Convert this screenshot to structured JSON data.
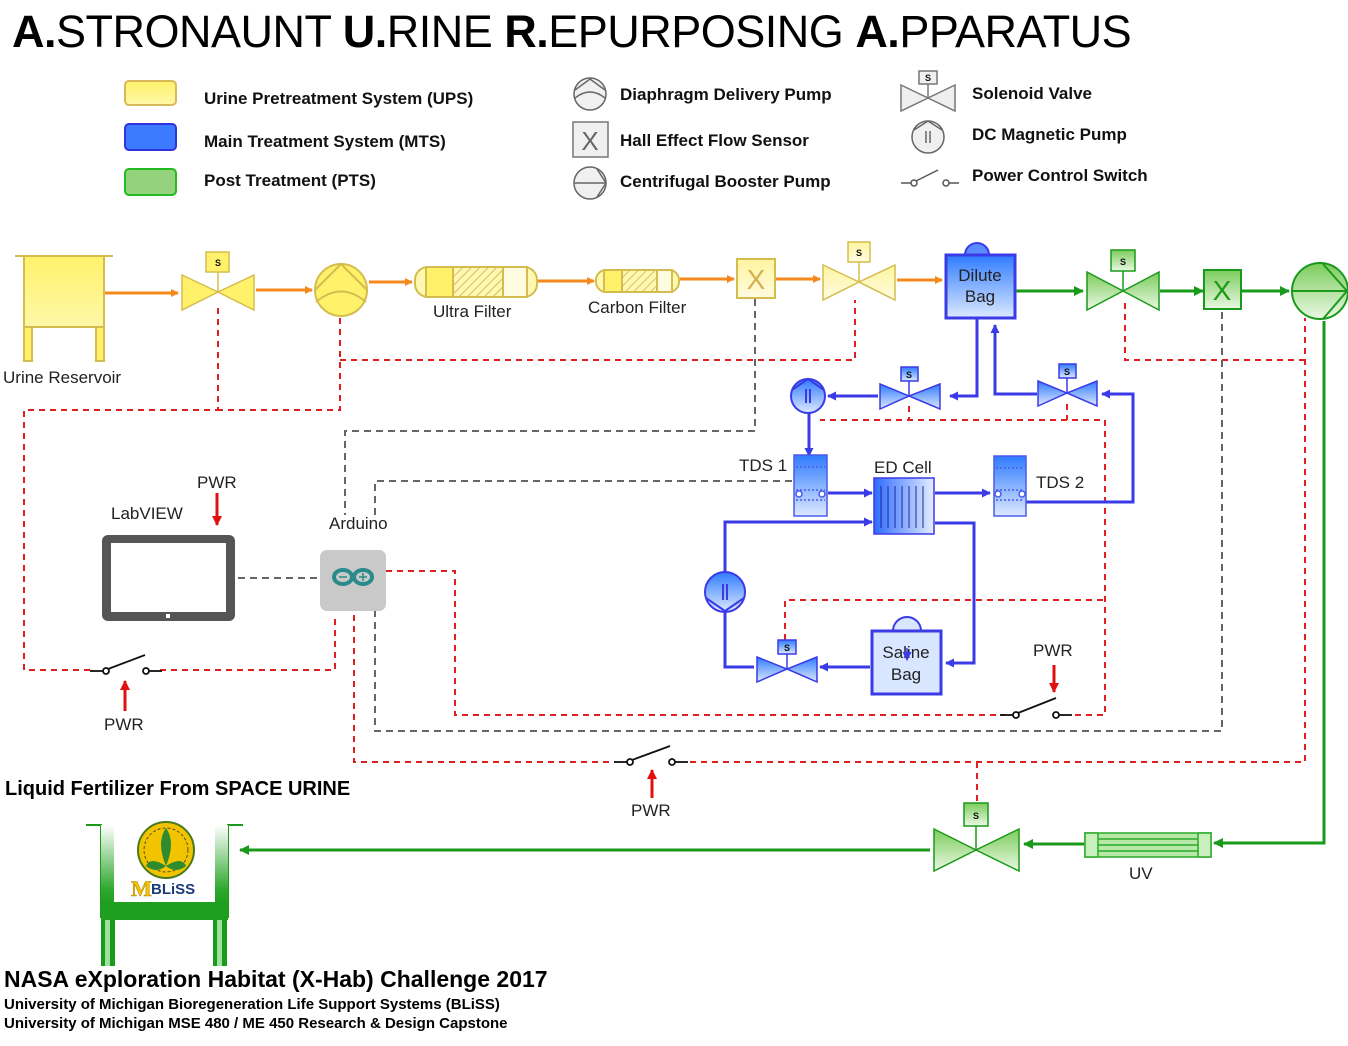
{
  "title": {
    "parts": [
      {
        "initial": "A.",
        "rest": "STRONAUNT"
      },
      {
        "initial": "U.",
        "rest": "RINE"
      },
      {
        "initial": "R.",
        "rest": "EPURPOSING"
      },
      {
        "initial": "A.",
        "rest": "PPARATUS"
      }
    ]
  },
  "legend": {
    "systems": [
      {
        "label": "Urine Pretreatment System (UPS)",
        "color": "#ffe84a",
        "border": "#d9b85a"
      },
      {
        "label": "Main Treatment System (MTS)",
        "color": "#3b7bff",
        "border": "#3333dd"
      },
      {
        "label": "Post Treatment (PTS)",
        "color": "#8fd07a",
        "border": "#22bb22"
      }
    ],
    "symbols": [
      {
        "label": "Diaphragm Delivery Pump",
        "icon": "diaphragm-pump-icon"
      },
      {
        "label": "Hall Effect Flow Sensor",
        "icon": "flow-sensor-icon"
      },
      {
        "label": "Centrifugal Booster Pump",
        "icon": "centrifugal-pump-icon"
      },
      {
        "label": "Solenoid Valve",
        "icon": "solenoid-valve-icon"
      },
      {
        "label": "DC Magnetic Pump",
        "icon": "magnetic-pump-icon"
      },
      {
        "label": "Power Control Switch",
        "icon": "power-switch-icon"
      }
    ]
  },
  "components": {
    "urine_reservoir": "Urine Reservoir",
    "ultra_filter": "Ultra Filter",
    "carbon_filter": "Carbon Filter",
    "dilute_bag": [
      "Dilute",
      "Bag"
    ],
    "saline_bag": [
      "Saline",
      "Bag"
    ],
    "tds1": "TDS 1",
    "tds2": "TDS 2",
    "ed_cell": "ED Cell",
    "uv": "UV",
    "labview": "LabVIEW",
    "arduino": "Arduino",
    "pwr": "PWR",
    "solenoid_letter": "S",
    "sensor_letter": "X"
  },
  "colors": {
    "ups_line": "#f5891e",
    "mts_line": "#3a3ae6",
    "pts_line": "#1a9a1a",
    "power_line": "#e02020",
    "signal_line": "#666666"
  },
  "footer": {
    "fertilizer": "Liquid Fertilizer From SPACE URINE",
    "challenge": "NASA  eXploration Habitat (X-Hab) Challenge 2017",
    "line1": "University of Michigan Bioregeneration Life Support Systems (BLiSS)",
    "line2": "University of Michigan MSE 480 / ME 450 Research & Design Capstone",
    "logo_text": "BLiSS",
    "logo_m": "M"
  }
}
